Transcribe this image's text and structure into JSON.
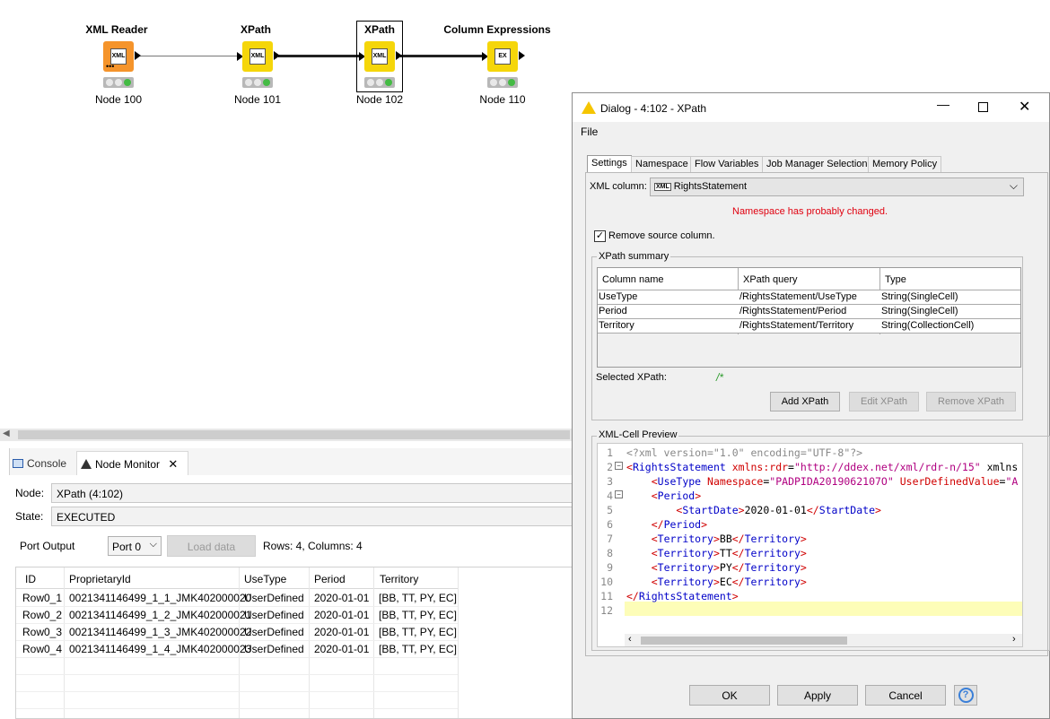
{
  "workflow": {
    "nodes": [
      {
        "title": "XML Reader",
        "label": "Node 100",
        "icon": "XML",
        "color": "#f5942b"
      },
      {
        "title": "XPath",
        "label": "Node 101",
        "icon": "XML",
        "color": "#f5d60a"
      },
      {
        "title": "XPath",
        "label": "Node 102",
        "icon": "XML",
        "color": "#f5d60a"
      },
      {
        "title": "Column Expressions",
        "label": "Node 110",
        "icon": "EX",
        "color": "#f5d60a"
      }
    ]
  },
  "bottom": {
    "tabs": [
      {
        "label": "Console",
        "icon": "console-icon"
      },
      {
        "label": "Node Monitor",
        "icon": "node-monitor-icon"
      }
    ],
    "node_label": "Node:",
    "node_value": "XPath  (4:102)",
    "state_label": "State:",
    "state_value": "EXECUTED",
    "port_output_label": "Port Output",
    "port_select": "Port 0",
    "load_data": "Load data",
    "rows_info": "Rows: 4, Columns: 4",
    "table": {
      "columns": [
        "ID",
        "ProprietaryId",
        "UseType",
        "Period",
        "Territory"
      ],
      "rows": [
        [
          "Row0_1",
          "0021341146499_1_1_JMK402000020",
          "UserDefined",
          "2020-01-01",
          "[BB, TT, PY, EC]"
        ],
        [
          "Row0_2",
          "0021341146499_1_2_JMK402000021",
          "UserDefined",
          "2020-01-01",
          "[BB, TT, PY, EC]"
        ],
        [
          "Row0_3",
          "0021341146499_1_3_JMK402000022",
          "UserDefined",
          "2020-01-01",
          "[BB, TT, PY, EC]"
        ],
        [
          "Row0_4",
          "0021341146499_1_4_JMK402000023",
          "UserDefined",
          "2020-01-01",
          "[BB, TT, PY, EC]"
        ]
      ]
    }
  },
  "dialog": {
    "title": "Dialog - 4:102 - XPath",
    "menu_file": "File",
    "tabs": [
      "Settings",
      "Namespace",
      "Flow Variables",
      "Job Manager Selection",
      "Memory Policy"
    ],
    "xml_column_label": "XML column:",
    "xml_column_value": "RightsStatement",
    "xml_column_icon": "XML",
    "warning": "Namespace has probably changed.",
    "warning_color": "#e0000f",
    "remove_source_label": "Remove source column.",
    "remove_source_checked": "✓",
    "xpath_summary_title": "XPath summary",
    "summary_columns": [
      "Column name",
      "XPath query",
      "Type"
    ],
    "summary_rows": [
      [
        "UseType",
        "/RightsStatement/UseType",
        "String(SingleCell)"
      ],
      [
        "Period",
        "/RightsStatement/Period",
        "String(SingleCell)"
      ],
      [
        "Territory",
        "/RightsStatement/Territory",
        "String(CollectionCell)"
      ]
    ],
    "selected_xpath_label": "Selected XPath:",
    "selected_xpath_value": "/*",
    "add_xpath": "Add XPath",
    "edit_xpath": "Edit XPath",
    "remove_xpath": "Remove XPath",
    "preview_title": "XML-Cell Preview",
    "preview_lines": [
      "<?xml version=\"1.0\" encoding=\"UTF-8\"?>",
      "<RightsStatement xmlns:rdr=\"http://ddex.net/xml/rdr-n/15\" xmlns",
      "    <UseType Namespace=\"PADPIDA2019062107O\" UserDefinedValue=\"A",
      "    <Period>",
      "        <StartDate>2020-01-01</StartDate>",
      "    </Period>",
      "    <Territory>BB</Territory>",
      "    <Territory>TT</Territory>",
      "    <Territory>PY</Territory>",
      "    <Territory>EC</Territory>",
      "</RightsStatement>",
      ""
    ],
    "ok": "OK",
    "apply": "Apply",
    "cancel": "Cancel",
    "help": "?"
  }
}
